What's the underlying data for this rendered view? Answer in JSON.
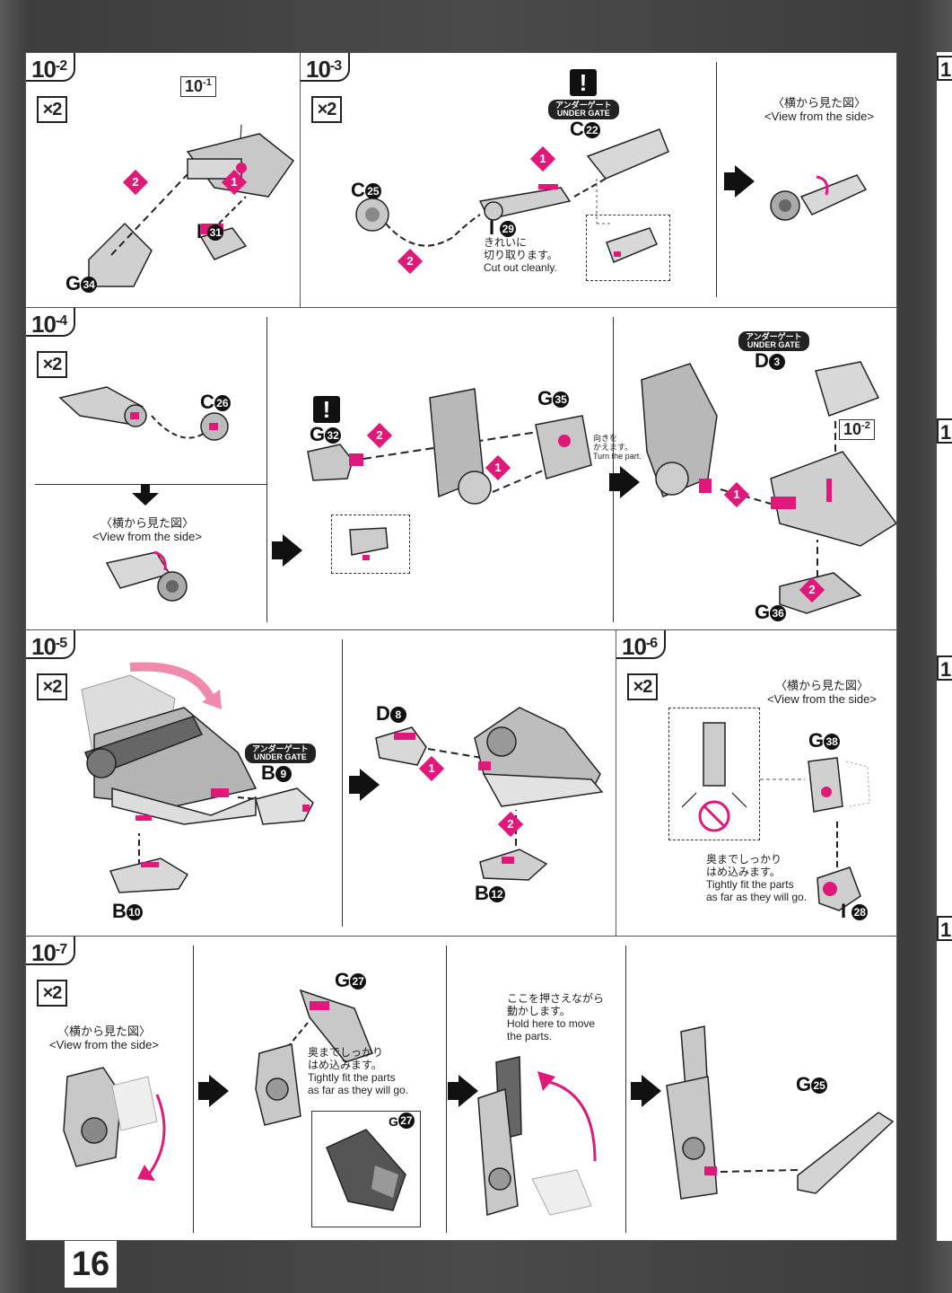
{
  "page_number": "16",
  "right_tabs": [
    "1",
    "1",
    "1",
    "1"
  ],
  "steps": {
    "s10_2": {
      "num": "10",
      "sub": "-2",
      "qty": "×2",
      "ref": "10",
      "ref_sub": "-1",
      "labels": {
        "g34": "G",
        "i31": "I"
      },
      "circled": {
        "g34": "34",
        "i31": "31"
      },
      "seq": [
        "1",
        "2"
      ]
    },
    "s10_3": {
      "num": "10",
      "sub": "-3",
      "qty": "×2",
      "under_gate_jp": "アンダーゲート",
      "under_gate_en": "UNDER GATE",
      "warn": "!",
      "labels": {
        "c22": "C",
        "c25": "C",
        "i29": "I"
      },
      "circled": {
        "c22": "22",
        "c25": "25",
        "i29": "29"
      },
      "note_jp_1": "きれいに",
      "note_jp_2": "切り取ります。",
      "note_en": "Cut out cleanly.",
      "side_jp": "〈横から見た図〉",
      "side_en": "<View from the side>",
      "seq": [
        "1",
        "2"
      ]
    },
    "s10_4": {
      "num": "10",
      "sub": "-4",
      "qty": "×2",
      "labels": {
        "c26": "C",
        "g32": "G",
        "g35": "G",
        "d3": "D",
        "g36": "G"
      },
      "circled": {
        "c26": "26",
        "g32": "32",
        "g35": "35",
        "d3": "3",
        "g36": "36"
      },
      "side_jp": "〈横から見た図〉",
      "side_en": "<View from the side>",
      "warn": "!",
      "turn_jp_1": "向きを",
      "turn_jp_2": "かえます。",
      "turn_en": "Turn the part.",
      "under_gate_jp": "アンダーゲート",
      "under_gate_en": "UNDER GATE",
      "ref": "10",
      "ref_sub": "-2",
      "seq": [
        "1",
        "2"
      ]
    },
    "s10_5": {
      "num": "10",
      "sub": "-5",
      "qty": "×2",
      "under_gate_jp": "アンダーゲート",
      "under_gate_en": "UNDER GATE",
      "labels": {
        "b9": "B",
        "b10": "B",
        "d8": "D",
        "b12": "B"
      },
      "circled": {
        "b9": "9",
        "b10": "10",
        "d8": "8",
        "b12": "12"
      },
      "seq": [
        "1",
        "2"
      ]
    },
    "s10_6": {
      "num": "10",
      "sub": "-6",
      "qty": "×2",
      "side_jp": "〈横から見た図〉",
      "side_en": "<View from the side>",
      "labels": {
        "g38": "G",
        "i28": "I"
      },
      "circled": {
        "g38": "38",
        "i28": "28"
      },
      "note_jp_1": "奥までしっかり",
      "note_jp_2": "はめ込みます。",
      "note_en_1": "Tightly fit the parts",
      "note_en_2": "as far as they will go."
    },
    "s10_7": {
      "num": "10",
      "sub": "-7",
      "qty": "×2",
      "side_jp": "〈横から見た図〉",
      "side_en": "<View from the side>",
      "labels": {
        "g27": "G",
        "g27b": "G",
        "g25": "G"
      },
      "circled": {
        "g27": "27",
        "g27b": "27",
        "g25": "25"
      },
      "note_jp_1": "奥までしっかり",
      "note_jp_2": "はめ込みます。",
      "note_en_1": "Tightly fit the parts",
      "note_en_2": "as far as they will go.",
      "hold_jp_1": "ここを押さえながら",
      "hold_jp_2": "動かします。",
      "hold_en_1": "Hold here to move",
      "hold_en_2": "the parts."
    }
  },
  "colors": {
    "accent": "#e0187a",
    "part_gray": "#c8c8c8",
    "part_dark": "#6e6e6e",
    "ink": "#111111"
  }
}
